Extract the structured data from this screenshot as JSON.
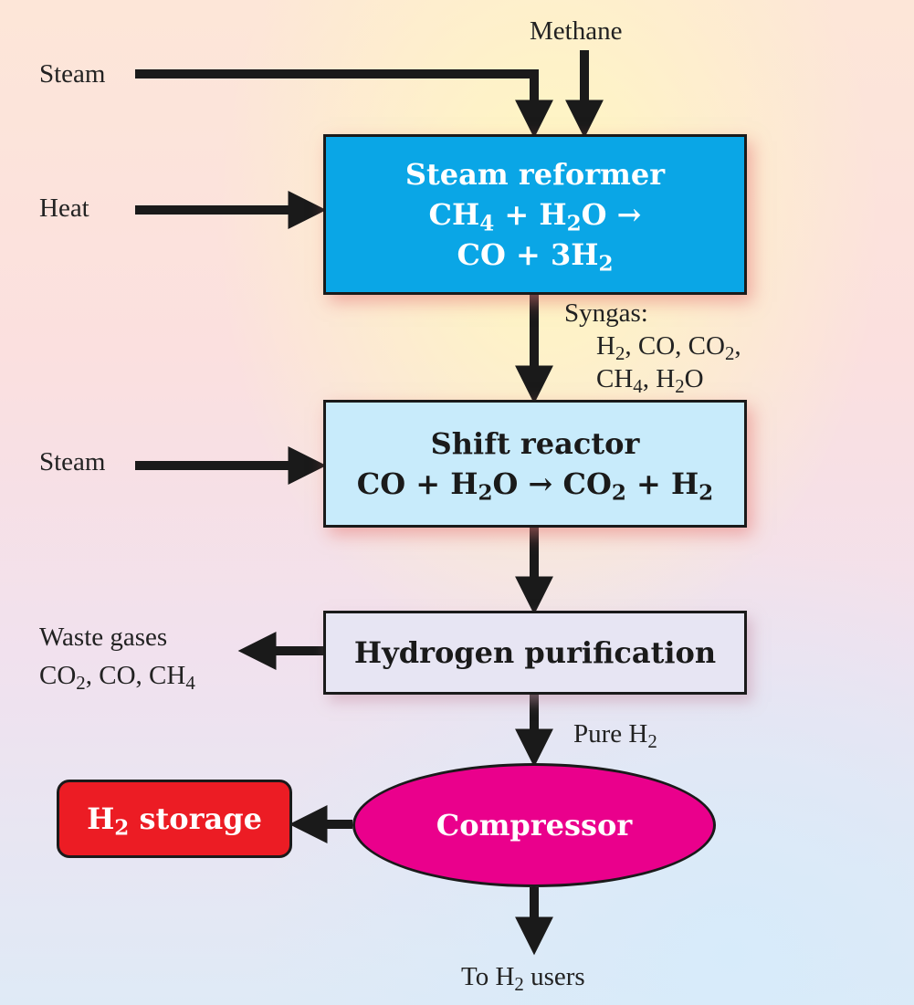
{
  "inputs": {
    "steam_top": "Steam",
    "methane": "Methane",
    "heat": "Heat",
    "steam_shift": "Steam"
  },
  "steam_reformer": {
    "title": "Steam reformer",
    "eq1": {
      "a": "CH",
      "a_sub": "4",
      "b": " + H",
      "b_sub": "2",
      "c": "O →"
    },
    "eq2": {
      "a": "CO + 3H",
      "a_sub": "2"
    }
  },
  "syngas": {
    "title": "Syngas:",
    "line1": {
      "a": "H",
      "a_sub": "2",
      "b": ", CO, CO",
      "b_sub": "2",
      "c": ","
    },
    "line2": {
      "a": "CH",
      "a_sub": "4",
      "b": ", H",
      "b_sub": "2",
      "c": "O"
    }
  },
  "shift_reactor": {
    "title": "Shift reactor",
    "eq": {
      "a": "CO + H",
      "a_sub": "2",
      "b": "O → CO",
      "b_sub": "2",
      "c": " + H",
      "c_sub": "2"
    }
  },
  "purification": {
    "title": "Hydrogen purification"
  },
  "waste": {
    "title": "Waste gases",
    "line": {
      "a": "CO",
      "a_sub": "2",
      "b": ", CO, CH",
      "b_sub": "4"
    }
  },
  "pure_h2": {
    "a": "Pure H",
    "a_sub": "2"
  },
  "compressor": {
    "label": "Compressor"
  },
  "storage": {
    "a": "H",
    "a_sub": "2",
    "b": " storage"
  },
  "users": {
    "a": "To H",
    "a_sub": "2",
    "b": " users"
  },
  "colors": {
    "reformer": "#0aa6e6",
    "shift": "#c8ebfb",
    "purification": "#e7e5f3",
    "compressor": "#ea008c",
    "storage": "#ec1c24",
    "arrow": "#1a1a1a"
  }
}
